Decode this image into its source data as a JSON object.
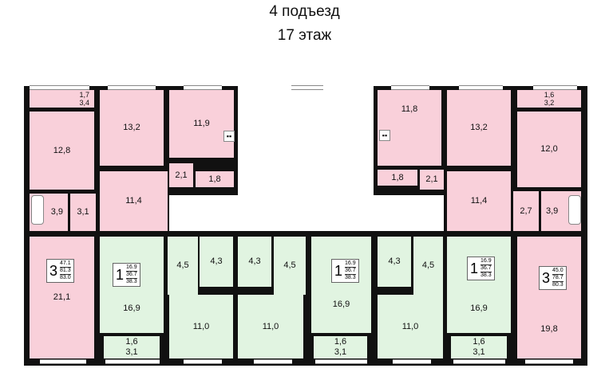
{
  "header": {
    "entrance": "4 подъезд",
    "floor": "17 этаж"
  },
  "colors": {
    "three_room": "#f9d0da",
    "one_room": "#e1f4e1",
    "walls": "#111111"
  },
  "rooms": {
    "a1_balcony": "1,7\n3,4",
    "a1_bed1": "12,8",
    "a1_bed2": "13,2",
    "a1_kitchen": "11,9",
    "a1_hall_small": "2,1",
    "a1_wc": "1,8",
    "a1_hall": "11,4",
    "a1_bath": "3,9",
    "a1_corr": "3,1",
    "a1_living": "21,1",
    "a2_living": "16,9",
    "a2_balcony": "1,6\n3,1",
    "a2_bath": "4,3",
    "a2_hall": "4,5",
    "a2_kitchen": "11,0",
    "a3_bath": "4,3",
    "a3_hall": "4,5",
    "a3_kitchen": "11,0",
    "a3_living": "16,9",
    "a3_balcony": "1,6\n3,1",
    "a4_bath": "4,3",
    "a4_hall": "4,5",
    "a4_kitchen": "11,0",
    "a4_living": "16,9",
    "a4_balcony": "1,6\n3,1",
    "a5_kitchen": "11,8",
    "a5_bed2": "13,2",
    "a5_balcony": "1,6\n3,2",
    "a5_bed1": "12,0",
    "a5_hall": "11,4",
    "a5_corr": "2,7",
    "a5_bath": "3,9",
    "a5_wc": "1,8",
    "a5_hall_small": "2,1",
    "a5_living": "19,8"
  },
  "badges": [
    {
      "rooms": "3",
      "living": "47.1",
      "total": "81.3",
      "full": "83.0"
    },
    {
      "rooms": "1",
      "living": "16.9",
      "total": "36.7",
      "full": "38.3"
    },
    {
      "rooms": "1",
      "living": "16.9",
      "total": "36.7",
      "full": "38.3"
    },
    {
      "rooms": "1",
      "living": "16.9",
      "total": "36.7",
      "full": "38.3"
    },
    {
      "rooms": "3",
      "living": "45.0",
      "total": "78.7",
      "full": "80.3"
    }
  ]
}
